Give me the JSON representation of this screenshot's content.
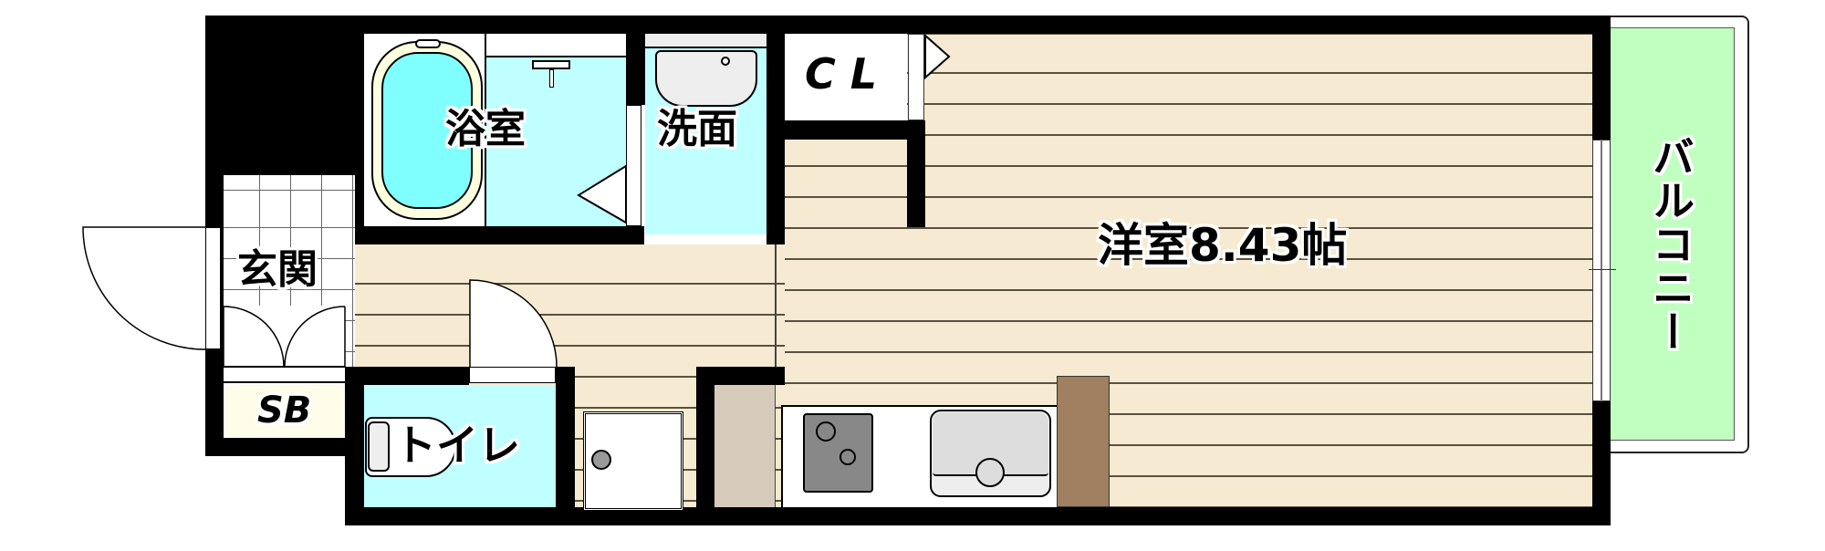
{
  "floorplan": {
    "rooms": {
      "bath": {
        "label": "浴室"
      },
      "washroom": {
        "label": "洗面"
      },
      "closet": {
        "label": "C L"
      },
      "western_room": {
        "label": "洋室8.43帖",
        "type": "洋室",
        "size_jo": "8.43"
      },
      "balcony": {
        "label": "バルコニー"
      },
      "entrance": {
        "label": "玄関"
      },
      "shoe_box": {
        "label": "SB"
      },
      "toilet": {
        "label": "トイレ"
      }
    },
    "colors": {
      "wall": "#000000",
      "floor": "#f6ebd2",
      "wet_area": "#c0ffff",
      "tub_water": "#80ffff",
      "balcony": "#c0ffc0",
      "shoe_box": "#fffdea",
      "counter_left": "#d6cabb",
      "fridge_space": "#a08060"
    }
  }
}
